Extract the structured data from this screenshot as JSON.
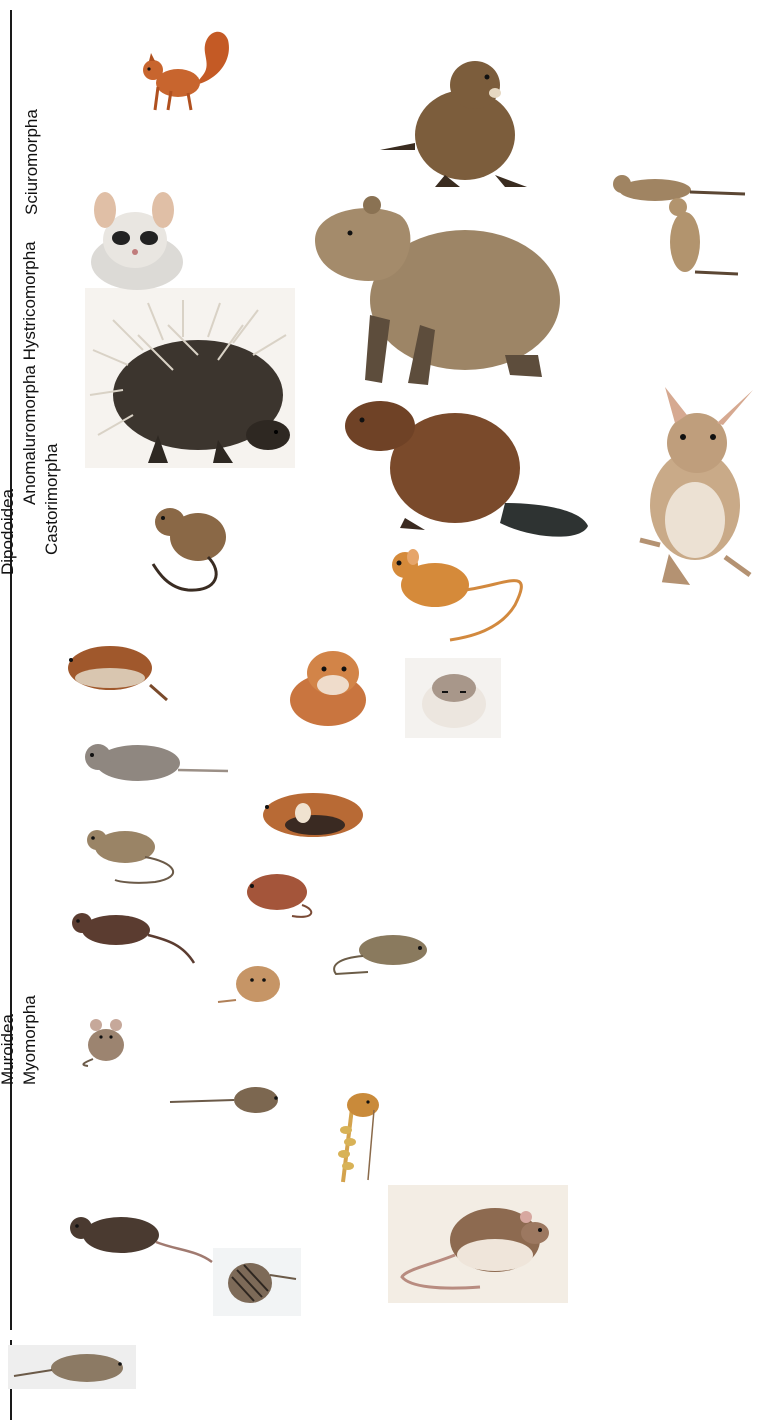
{
  "labels": {
    "sciuromorpha": "Sciuromorpha",
    "hystricomorpha": "Anomaluromorpha Hystricomorpha",
    "castorimorpha": "Castorimorpha",
    "dipodoidea": "Dipodoidea",
    "muroidea": "Muroidea",
    "myomorpha": "Myomorpha"
  },
  "animals": [
    "red-squirrel",
    "groundhog",
    "prairie-dogs",
    "garden-dormouse",
    "capybara",
    "porcupine",
    "springhare",
    "beaver",
    "pocket-mouse",
    "kangaroo-rat",
    "vole",
    "hamster-golden",
    "hamster-dwarf",
    "gerbil-rat",
    "field-hamster",
    "deer-mouse",
    "red-backed-vole",
    "brown-rat-small",
    "harvest-mouse-small",
    "woodland-mouse",
    "house-mouse",
    "pygmy-mouse",
    "harvest-mouse-wheat",
    "brown-rat",
    "striped-mouse",
    "giant-pouched-rat",
    "shrew-mouse"
  ],
  "colors": {
    "line": "#1a1a1a",
    "fur_brown": "#8a6a4a",
    "fur_orange": "#c8733a"
  }
}
